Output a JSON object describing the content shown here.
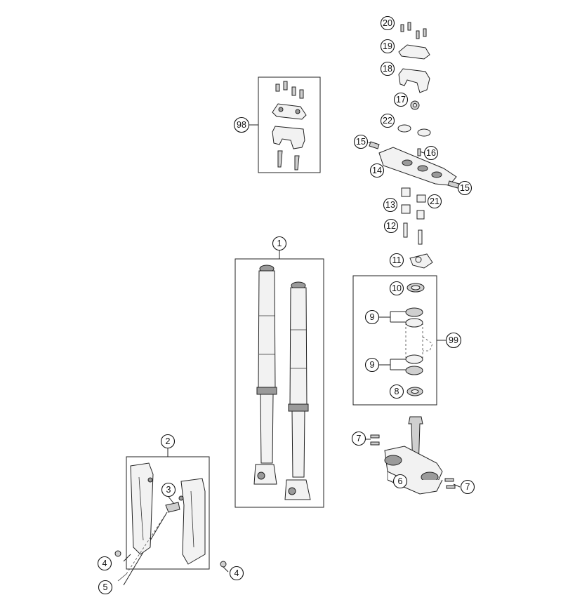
{
  "callouts": {
    "c1": "1",
    "c2": "2",
    "c3": "3",
    "c4a": "4",
    "c4b": "4",
    "c5": "5",
    "c6": "6",
    "c7a": "7",
    "c7b": "7",
    "c8": "8",
    "c9a": "9",
    "c9b": "9",
    "c10": "10",
    "c11": "11",
    "c12": "12",
    "c13": "13",
    "c14": "14",
    "c15a": "15",
    "c15b": "15",
    "c16": "16",
    "c17": "17",
    "c18": "18",
    "c19": "19",
    "c20": "20",
    "c21": "21",
    "c22": "22",
    "c98": "98",
    "c99": "99"
  }
}
